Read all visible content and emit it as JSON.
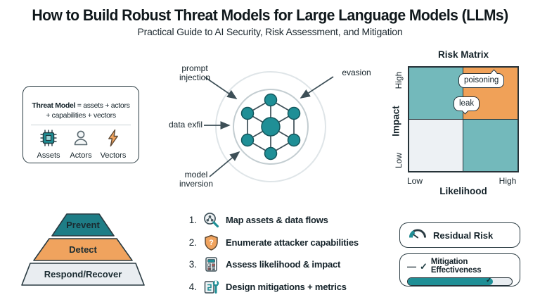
{
  "header": {
    "title": "How to Build Robust Threat Models for Large Language Models (LLMs)",
    "subtitle": "Practical Guide to AI Security, Risk Assessment, and Mitigation"
  },
  "colors": {
    "teal": "#1f8f96",
    "teal_dark": "#1e7d86",
    "teal_light": "#73b9bb",
    "orange": "#f0a158",
    "gray_light": "#e9edf1",
    "gray_lighter": "#edf1f4",
    "ink": "#263238"
  },
  "threat_model_box": {
    "formula_bold": "Threat Model",
    "formula_rest": " = assets + actors\n+ capabilities + vectors",
    "items": [
      {
        "icon": "chip-icon",
        "label": "Assets"
      },
      {
        "icon": "person-icon",
        "label": "Actors"
      },
      {
        "icon": "lightning-icon",
        "label": "Vectors"
      }
    ]
  },
  "attack_diagram": {
    "labels": {
      "prompt_injection": "prompt\ninjection",
      "evasion": "evasion",
      "data_exfil": "data exfil",
      "model_inversion": "model\ninversion"
    }
  },
  "risk_matrix": {
    "title": "Risk Matrix",
    "y_high": "High",
    "y_label": "Impact",
    "y_low": "Low",
    "x_low": "Low",
    "x_label": "Likelihood",
    "x_high": "High",
    "callouts": [
      "poisoning",
      "leak"
    ]
  },
  "pyramid": {
    "levels": [
      {
        "label": "Prevent",
        "color": "#1e7d86"
      },
      {
        "label": "Detect",
        "color": "#f0a35e"
      },
      {
        "label": "Respond/Recover",
        "color": "#e9edf1"
      }
    ]
  },
  "process_steps": [
    {
      "num": "1.",
      "icon": "magnifier-network-icon",
      "text": "Map assets & data flows"
    },
    {
      "num": "2.",
      "icon": "shield-question-icon",
      "text": "Enumerate attacker capabilities"
    },
    {
      "num": "3.",
      "icon": "calculator-icon",
      "text": "Assess likelihood & impact"
    },
    {
      "num": "4.",
      "icon": "blueprint-wrench-icon",
      "text": "Design mitigations + metrics"
    }
  ],
  "outcomes": {
    "residual_risk_label": "Residual Risk",
    "mitigation_label": "Mitigation Effectiveness",
    "mitigation_progress_percent": 82,
    "dash_glyph": "—",
    "check_glyph": "✓",
    "bar_check_glyph": "✓"
  },
  "icons": {
    "shield_glyph": "?"
  }
}
